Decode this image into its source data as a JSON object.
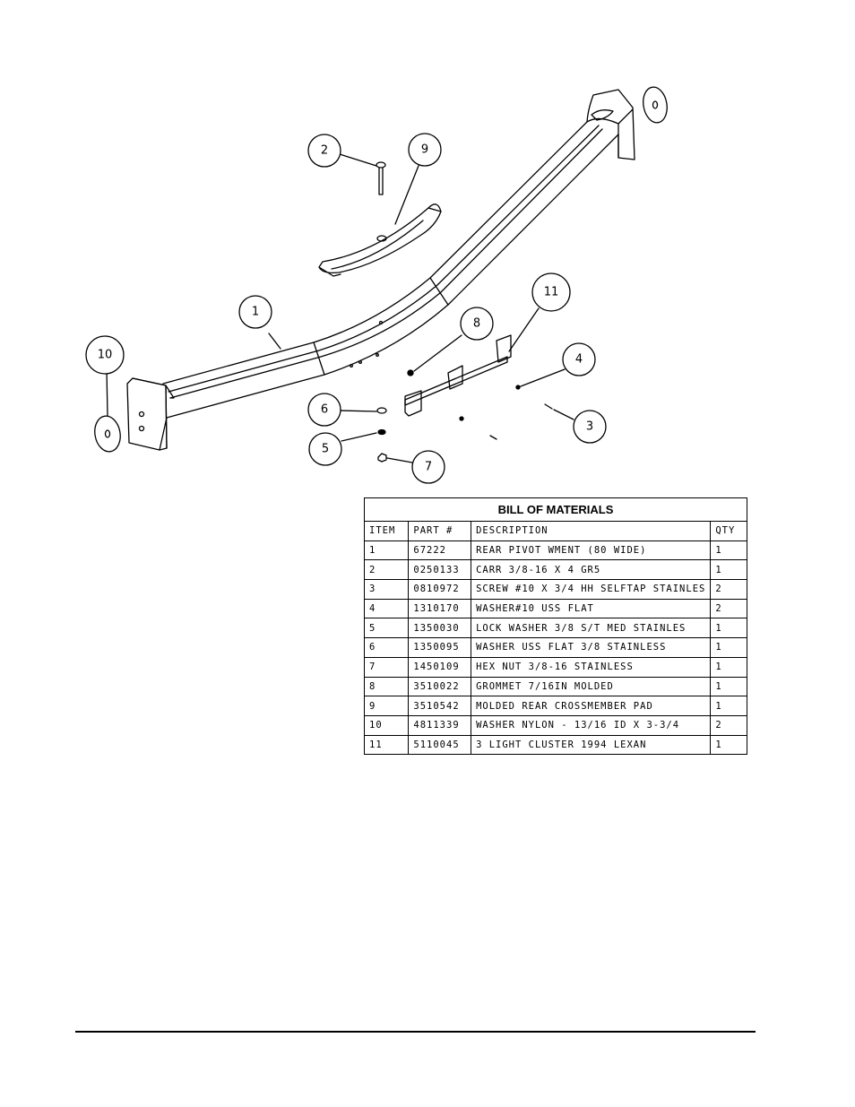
{
  "callouts": {
    "c1": "1",
    "c2": "2",
    "c3": "3",
    "c4": "4",
    "c5": "5",
    "c6": "6",
    "c7": "7",
    "c8": "8",
    "c9": "9",
    "c10": "10",
    "c11": "11"
  },
  "bom": {
    "title": "BILL OF MATERIALS",
    "headers": {
      "item": "ITEM",
      "part": "PART #",
      "desc": "DESCRIPTION",
      "qty": "QTY"
    },
    "rows": [
      {
        "item": "1",
        "part": "67222",
        "desc": "REAR PIVOT WMENT (80 WIDE)",
        "qty": "1"
      },
      {
        "item": "2",
        "part": "0250133",
        "desc": "CARR 3/8-16 X 4 GR5",
        "qty": "1"
      },
      {
        "item": "3",
        "part": "0810972",
        "desc": "SCREW #10 X 3/4 HH SELFTAP STAINLES",
        "qty": "2"
      },
      {
        "item": "4",
        "part": "1310170",
        "desc": "WASHER#10 USS FLAT",
        "qty": "2"
      },
      {
        "item": "5",
        "part": "1350030",
        "desc": "LOCK WASHER 3/8 S/T MED STAINLES",
        "qty": "1"
      },
      {
        "item": "6",
        "part": "1350095",
        "desc": "WASHER USS FLAT 3/8 STAINLESS",
        "qty": "1"
      },
      {
        "item": "7",
        "part": "1450109",
        "desc": "HEX NUT 3/8-16 STAINLESS",
        "qty": "1"
      },
      {
        "item": "8",
        "part": "3510022",
        "desc": "GROMMET  7/16IN MOLDED",
        "qty": "1"
      },
      {
        "item": "9",
        "part": "3510542",
        "desc": "MOLDED REAR CROSSMEMBER PAD",
        "qty": "1"
      },
      {
        "item": "10",
        "part": "4811339",
        "desc": "WASHER NYLON - 13/16 ID X 3-3/4",
        "qty": "2"
      },
      {
        "item": "11",
        "part": "5110045",
        "desc": "3 LIGHT CLUSTER  1994  LEXAN",
        "qty": "1"
      }
    ]
  }
}
